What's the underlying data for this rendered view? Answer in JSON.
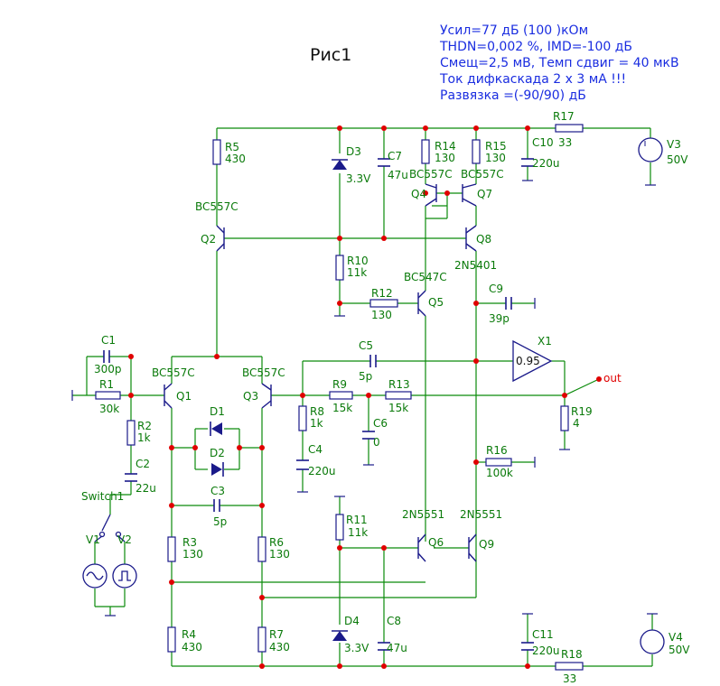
{
  "title": "Рис1",
  "notes": [
    "Усил=77 дБ (100 )кОм",
    "THDN=0,002 %, IMD=-100 дБ",
    "Смещ=2,5 мВ, Темп сдвиг = 40 мкВ",
    "Ток дифкаскада 2 х 3 мА !!!",
    "Развязка =(-90/90) дБ"
  ],
  "output_label": "out",
  "components": {
    "R1": {
      "name": "R1",
      "value": "30k"
    },
    "R2": {
      "name": "R2",
      "value": "1k"
    },
    "R3": {
      "name": "R3",
      "value": "130"
    },
    "R4": {
      "name": "R4",
      "value": "430"
    },
    "R5": {
      "name": "R5",
      "value": "430"
    },
    "R6": {
      "name": "R6",
      "value": "130"
    },
    "R7": {
      "name": "R7",
      "value": "430"
    },
    "R8": {
      "name": "R8",
      "value": "1k"
    },
    "R9": {
      "name": "R9",
      "value": "15k"
    },
    "R10": {
      "name": "R10",
      "value": "11k"
    },
    "R11": {
      "name": "R11",
      "value": "11k"
    },
    "R12": {
      "name": "R12",
      "value": "130"
    },
    "R13": {
      "name": "R13",
      "value": "15k"
    },
    "R14": {
      "name": "R14",
      "value": "130"
    },
    "R15": {
      "name": "R15",
      "value": "130"
    },
    "R16": {
      "name": "R16",
      "value": "100k"
    },
    "R17": {
      "name": "R17",
      "value": "33"
    },
    "R18": {
      "name": "R18",
      "value": "33"
    },
    "R19": {
      "name": "R19",
      "value": "4"
    },
    "C1": {
      "name": "C1",
      "value": "300p"
    },
    "C2": {
      "name": "C2",
      "value": "22u"
    },
    "C3": {
      "name": "C3",
      "value": "5p"
    },
    "C4": {
      "name": "C4",
      "value": "220u"
    },
    "C5": {
      "name": "C5",
      "value": "5p"
    },
    "C6": {
      "name": "C6",
      "value": "0"
    },
    "C7": {
      "name": "C7",
      "value": "47u"
    },
    "C8": {
      "name": "C8",
      "value": "47u"
    },
    "C9": {
      "name": "C9",
      "value": "39p"
    },
    "C10": {
      "name": "C10",
      "value": "220u"
    },
    "C11": {
      "name": "C11",
      "value": "220u"
    },
    "D1": {
      "name": "D1"
    },
    "D2": {
      "name": "D2"
    },
    "D3": {
      "name": "D3",
      "value": "3.3V"
    },
    "D4": {
      "name": "D4",
      "value": "3.3V"
    },
    "Q1": {
      "name": "Q1",
      "type": "BC557C"
    },
    "Q2": {
      "name": "Q2",
      "type": "BC557C"
    },
    "Q3": {
      "name": "Q3",
      "type": "BC557C"
    },
    "Q4": {
      "name": "Q4",
      "type": "BC557C"
    },
    "Q5": {
      "name": "Q5",
      "type": "BC547C"
    },
    "Q6": {
      "name": "Q6",
      "type": "2N5551"
    },
    "Q7": {
      "name": "Q7",
      "type": "BC557C"
    },
    "Q8": {
      "name": "Q8",
      "type": "2N5401"
    },
    "Q9": {
      "name": "Q9",
      "type": "2N5551"
    },
    "X1": {
      "name": "X1",
      "value": "0.95"
    },
    "V1": {
      "name": "V1"
    },
    "V2": {
      "name": "V2"
    },
    "V3": {
      "name": "V3",
      "value": "50V"
    },
    "V4": {
      "name": "V4",
      "value": "50V"
    },
    "Switch1": {
      "name": "Switch1"
    }
  },
  "colors": {
    "wire": "#0a8a0a",
    "component": "#1a1a8a",
    "node": "#e00000",
    "label": "#0a7a0a",
    "note": "#1a2de0"
  }
}
